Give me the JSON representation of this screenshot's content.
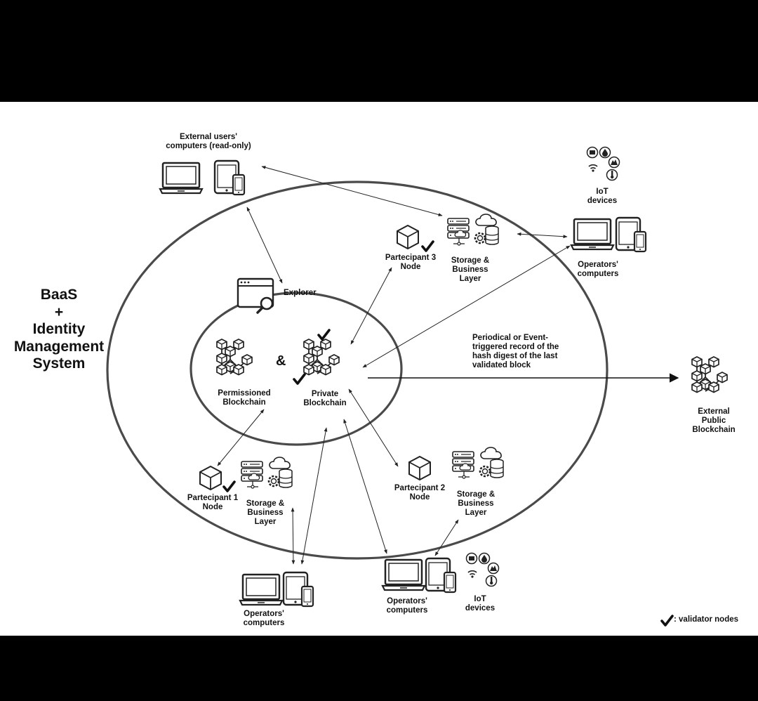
{
  "system_title": "BaaS\n+\nIdentity\nManagement\nSystem",
  "external_users": "External users'\ncomputers (read-only)",
  "explorer": "Explorer",
  "permissioned_blockchain": "Permissioned\nBlockchain",
  "ampersand": "&",
  "private_blockchain": "Private\nBlockchain",
  "participant_3_node": "Partecipant 3\nNode",
  "participant_1_node": "Partecipant 1\nNode",
  "participant_2_node": "Partecipant 2\nNode",
  "storage_business_layer": "Storage &\nBusiness\nLayer",
  "iot_devices": "IoT\ndevices",
  "operators_computers": "Operators'\ncomputers",
  "hash_record_note": "Periodical or Event-\ntriggered record of the\nhash digest of the last\nvalidated block",
  "external_public_blockchain": "External\nPublic\nBlockchain",
  "legend_validator": ": validator nodes",
  "colors": {
    "ink": "#222222",
    "background": "#ffffff",
    "frame": "#000000"
  }
}
